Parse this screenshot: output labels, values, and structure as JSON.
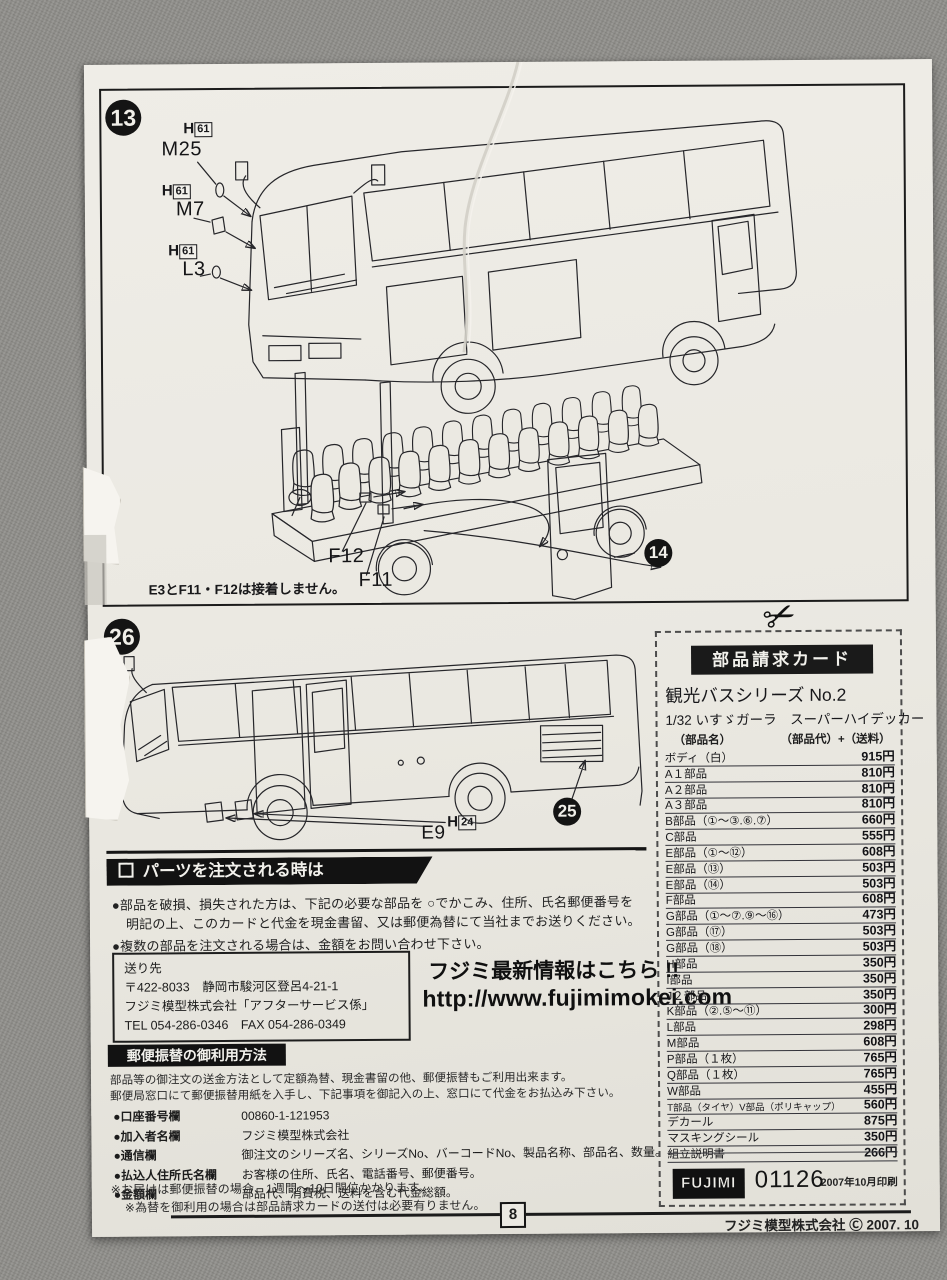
{
  "page": {
    "number": "8",
    "footer": "フジミ模型株式会社 Ⓒ 2007. 10"
  },
  "step13": {
    "badge": "13",
    "callout1_prefix": "H",
    "callout1_box": "61",
    "callout1_part": "M25",
    "callout2_prefix": "H",
    "callout2_box": "61",
    "callout2_part": "M7",
    "callout3_prefix": "H",
    "callout3_box": "61",
    "callout3_part": "L3",
    "label_f12": "F12",
    "label_f11": "F11",
    "ref_badge": "14",
    "note": "E3とF11・F12は接着しません。"
  },
  "step26": {
    "badge": "26",
    "label_e9": "E9",
    "label_h_prefix": "H",
    "label_h_box": "24",
    "ref_badge": "25"
  },
  "order": {
    "title": "パーツを注文される時は",
    "line1": "●部品を破損、損失された方は、下記の必要な部品を ○でかこみ、住所、氏名郵便番号を",
    "line2": "明記の上、このカードと代金を現金書留、又は郵便為替にて当社までお送りください。",
    "line3": "●複数の部品を注文される場合は、金額をお問い合わせ下さい。"
  },
  "address": {
    "line1": "送り先",
    "line2": "〒422-8033　静岡市駿河区登呂4-21-1",
    "line3": "フジミ模型株式会社「アフターサービス係」",
    "line4": "TEL 054-286-0346　FAX 054-286-0349"
  },
  "promo": {
    "headline": "フジミ最新情報はこちら !!",
    "url": "http://www.fujimimokei.com"
  },
  "postal": {
    "title": "郵便振替の御利用方法",
    "desc1": "部品等の御注文の送金方法として定額為替、現金書留の他、郵便振替もご利用出来ます。",
    "desc2": "郵便局窓口にて郵便振替用紙を入手し、下記事項を御記入の上、窓口にて代金をお払込み下さい。",
    "rows": [
      {
        "label": "●口座番号欄",
        "value": "00860-1-121953"
      },
      {
        "label": "●加入者名欄",
        "value": "フジミ模型株式会社"
      },
      {
        "label": "●通信欄",
        "value": "御注文のシリーズ名、シリーズNo、バーコードNo、製品名称、部品名、数量。"
      },
      {
        "label": "●払込人住所氏名欄",
        "value": "お客様の住所、氏名、電話番号、郵便番号。"
      },
      {
        "label": "●金額欄",
        "value": "部品代、消費税、送料を含む代金総額。"
      }
    ],
    "note1": "※お届けは郵便振替の場合、1週間～10日間位かかります。",
    "note2": "※為替を御利用の場合は部品請求カードの送付は必要有りません。"
  },
  "card": {
    "title": "部品請求カード",
    "series": "観光バスシリーズ No.2",
    "product": "1/32 いすゞガーラ　スーパーハイデッカー",
    "col_left": "（部品名）",
    "col_right": "（部品代）+（送料）",
    "rows": [
      {
        "name": "ボディ（白）",
        "price": "915円"
      },
      {
        "name": "A１部品",
        "price": "810円"
      },
      {
        "name": "A２部品",
        "price": "810円"
      },
      {
        "name": "A３部品",
        "price": "810円"
      },
      {
        "name": "B部品（①～③.⑥.⑦）",
        "price": "660円"
      },
      {
        "name": "C部品",
        "price": "555円"
      },
      {
        "name": "E部品（①～⑫）",
        "price": "608円"
      },
      {
        "name": "E部品（⑬）",
        "price": "503円"
      },
      {
        "name": "E部品（⑭）",
        "price": "503円"
      },
      {
        "name": "F部品",
        "price": "608円"
      },
      {
        "name": "G部品（①～⑦.⑨～⑯）",
        "price": "473円"
      },
      {
        "name": "G部品（⑰）",
        "price": "503円"
      },
      {
        "name": "G部品（⑱）",
        "price": "503円"
      },
      {
        "name": "H部品",
        "price": "350円"
      },
      {
        "name": "I部品",
        "price": "350円"
      },
      {
        "name": "J２部品",
        "price": "350円"
      },
      {
        "name": "K部品（②.⑤～⑪）",
        "price": "300円"
      },
      {
        "name": "L部品",
        "price": "298円"
      },
      {
        "name": "M部品",
        "price": "608円"
      },
      {
        "name": "P部品（１枚）",
        "price": "765円"
      },
      {
        "name": "Q部品（１枚）",
        "price": "765円"
      },
      {
        "name": "W部品",
        "price": "455円"
      },
      {
        "name": "T部品（タイヤ）V部品（ポリキャップ）",
        "price": "560円"
      },
      {
        "name": "デカール",
        "price": "875円"
      },
      {
        "name": "マスキングシール",
        "price": "350円"
      },
      {
        "name": "組立説明書",
        "price": "266円"
      }
    ],
    "logo": "FUJIMI",
    "code": "01126",
    "printed": "2007年10月印刷"
  }
}
